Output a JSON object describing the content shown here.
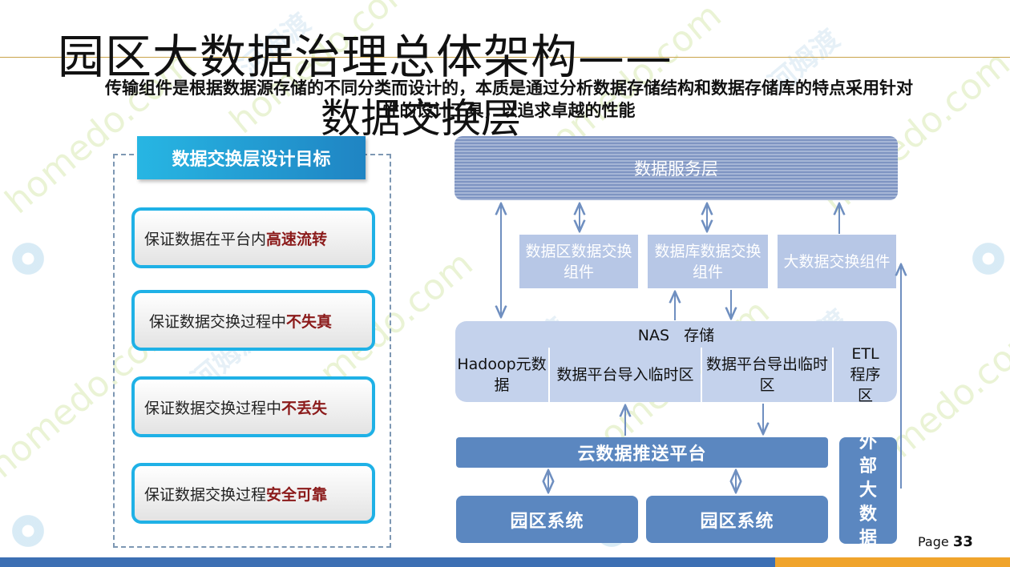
{
  "watermark": {
    "latin": "homedo.com",
    "cjk": "河姆渡"
  },
  "header": {
    "title_line1": "园区大数据治理总体架构——",
    "title_line2": "数据交换层",
    "subtitle": "传输组件是根据数据源存储的不同分类而设计的，本质是通过分析数据存储结构和数据存储库的特点采用针对性的设计工具，以追求卓越的性能"
  },
  "goals": {
    "heading": "数据交换层设计目标",
    "items": [
      {
        "prefix": "保证数据在平台内",
        "highlight": "高速流转"
      },
      {
        "prefix": "保证数据交换过程中",
        "highlight": "不失真"
      },
      {
        "prefix": "保证数据交换过程中",
        "highlight": "不丢失"
      },
      {
        "prefix": "保证数据交换过程",
        "highlight": "安全可靠"
      }
    ]
  },
  "architecture": {
    "service_layer": "数据服务层",
    "components": [
      "数据区数据交换组件",
      "数据库数据交换组件",
      "大数据交换组件"
    ],
    "nas_storage": "NAS   存储",
    "nas_cells": [
      "Hadoop元数据",
      "数据平台导入临时区",
      "数据平台导出临时区",
      "ETL程序区"
    ],
    "cloud_push": "云数据推送平台",
    "park_systems": [
      "园区系统",
      "园区系统"
    ],
    "external": "外部大数据"
  },
  "footer": {
    "page_label": "Page",
    "page_number": "33",
    "colors": {
      "blue": "#3c6fb3",
      "orange": "#f0a42c"
    }
  }
}
